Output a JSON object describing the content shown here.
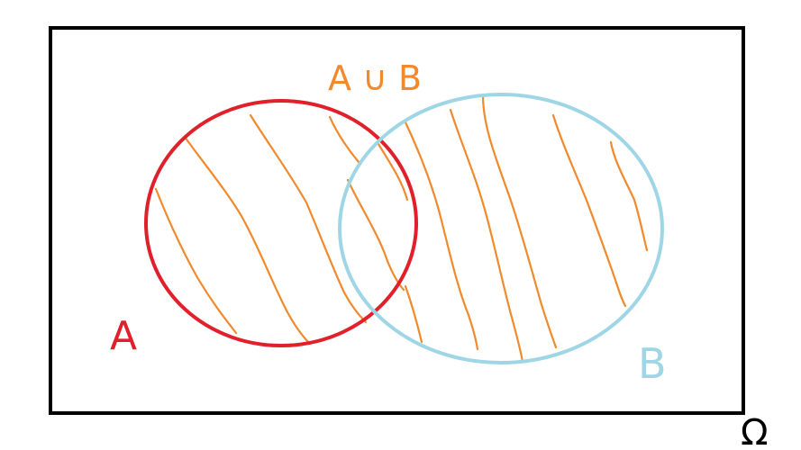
{
  "diagram": {
    "type": "venn",
    "universe_label": "Ω",
    "union_label": "A ∪ B",
    "sets": [
      {
        "name": "A",
        "color": "#e0202a"
      },
      {
        "name": "B",
        "color": "#9fd6e6"
      }
    ],
    "shaded_region": "A ∪ B",
    "hatch_color": "#f08a2c",
    "frame_color": "#000000"
  }
}
